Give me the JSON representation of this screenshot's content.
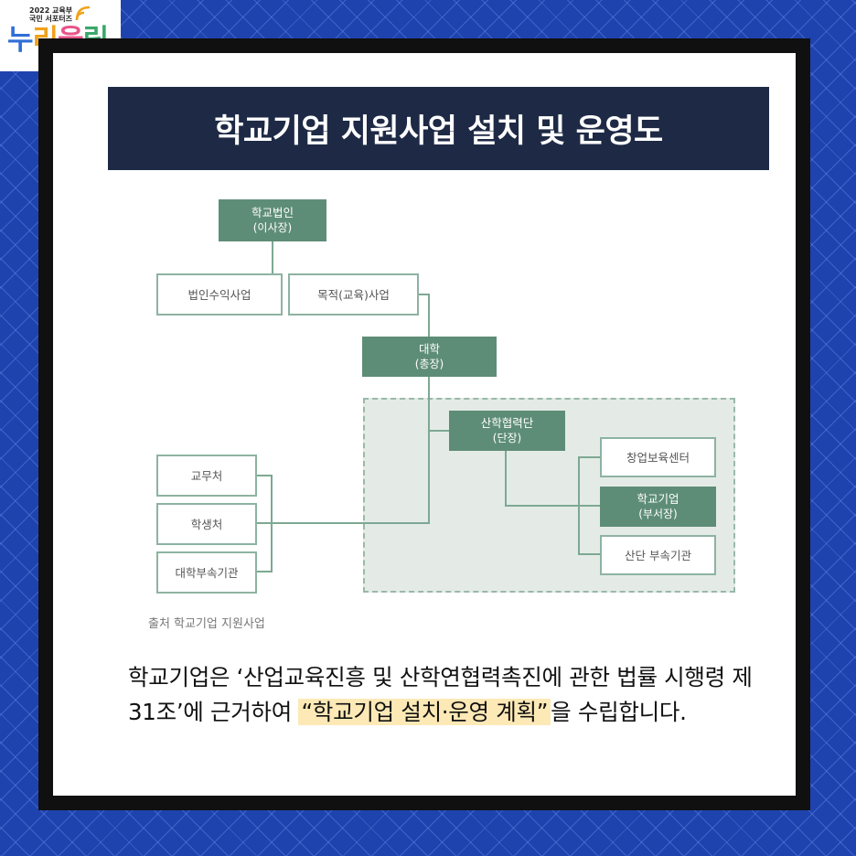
{
  "logo": {
    "top_line1": "2022 교육부",
    "top_line2": "국민 서포터즈",
    "chars": [
      "누",
      "리",
      "울",
      "림"
    ]
  },
  "title": "학교기업 지원사업 설치 및 운영도",
  "diagram": {
    "nodes": {
      "school_corp": {
        "label": "학교법인",
        "sub": "(이사장)"
      },
      "corp_profit": {
        "label": "법인수익사업"
      },
      "purpose_biz": {
        "label": "목적(교육)사업"
      },
      "university": {
        "label": "대학",
        "sub": "(총장)"
      },
      "industry_coop": {
        "label": "산학협력단",
        "sub": "(단장)"
      },
      "academic_affairs": {
        "label": "교무처"
      },
      "student_affairs": {
        "label": "학생처"
      },
      "affiliated_inst": {
        "label": "대학부속기관"
      },
      "startup_center": {
        "label": "창업보육센터"
      },
      "school_enterprise": {
        "label": "학교기업",
        "sub": "(부서장)"
      },
      "coop_affiliated": {
        "label": "산단 부속기관"
      }
    },
    "source": "출처 학교기업 지원사업"
  },
  "body": {
    "text_before": "학교기업은 ‘산업교육진흥 및 산학연협력촉진에 관한 법률 시행령 제31조’에 근거하여 ",
    "highlight": "“학교기업 설치·운영 계획”",
    "text_after": "을 수립합니다."
  },
  "colors": {
    "background": "#1f43ae",
    "title_bar": "#1e2a45",
    "node_dark": "#5e8d77",
    "node_border": "#8db3a1",
    "zone": "#e4ebe7",
    "highlight": "#fde9b6"
  }
}
